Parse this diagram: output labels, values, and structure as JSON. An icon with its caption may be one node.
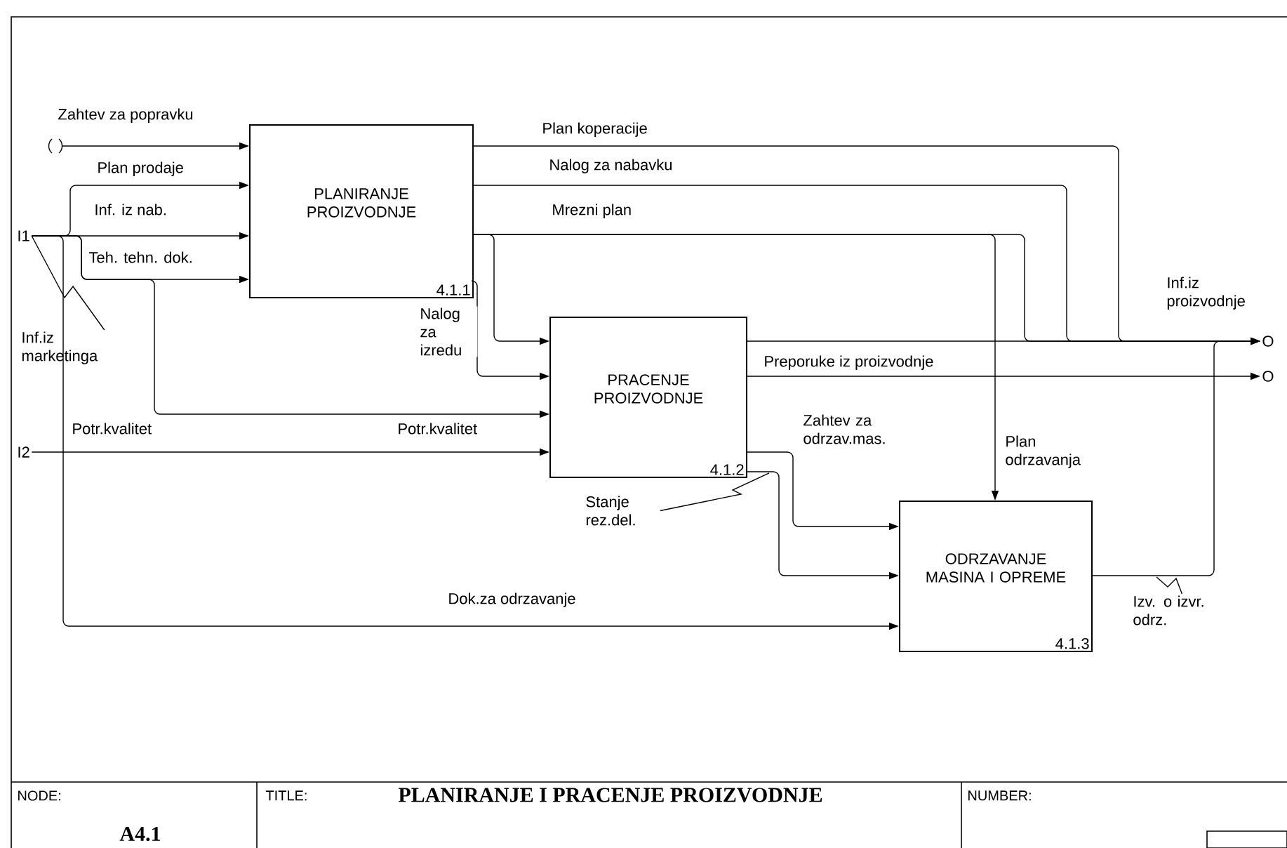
{
  "diagram": {
    "title": "PLANIRANJE I PRACENJE PROIZVODNJE",
    "nodes": [
      {
        "text": [
          "PLANIRANJE PROIZVODNJE",
          "4.1.1"
        ]
      },
      {
        "text": [
          "PRACENJE PROIZVODNJE",
          "4.1.2"
        ]
      },
      {
        "text": [
          "ODRZAVANJE MASINA I OPREME",
          "4.1.3"
        ]
      },
      {
        "text": [
          "I1"
        ]
      },
      {
        "text": [
          "I2"
        ]
      },
      {
        "text": [
          "O"
        ]
      },
      {
        "text": [
          "O"
        ]
      },
      {
        "text": [
          "Inf.iz marketinga"
        ]
      },
      {
        "text": [
          "Stanje rez.del."
        ]
      },
      {
        "text": [
          "Izv. o izvr. odrz."
        ]
      }
    ],
    "edges": [
      {
        "from": null,
        "to": 0,
        "arrow": "to",
        "label": "Zahtev za popravku"
      },
      {
        "from": 3,
        "to": 0,
        "arrow": "to",
        "label": "Plan prodaje"
      },
      {
        "from": 3,
        "to": 0,
        "arrow": "to",
        "label": "Inf. iz nab."
      },
      {
        "from": 3,
        "to": 0,
        "arrow": "to",
        "label": "Teh. tehn. dok."
      },
      {
        "from": 3,
        "to": 1,
        "arrow": "to",
        "label": "Potr.kvalitet"
      },
      {
        "from": 3,
        "to": 2,
        "arrow": "to",
        "label": "Dok.za odrzavanje"
      },
      {
        "from": 4,
        "to": 1,
        "arrow": "to",
        "label": "Potr.kvalitet"
      },
      {
        "from": 0,
        "to": 5,
        "arrow": "to",
        "label": "Plan koperacije"
      },
      {
        "from": 0,
        "to": 5,
        "arrow": "to",
        "label": "Nalog za nabavku"
      },
      {
        "from": 0,
        "to": 5,
        "arrow": "to",
        "label": "Mrezni plan"
      },
      {
        "from": 0,
        "to": 1,
        "arrow": "to"
      },
      {
        "from": 0,
        "to": 2,
        "arrow": "to",
        "label": "Plan odrzavanja"
      },
      {
        "from": 0,
        "to": 1,
        "arrow": "to",
        "label": "Nalog za izredu"
      },
      {
        "from": 1,
        "to": 5,
        "arrow": "to",
        "label": "Inf.iz proizvodnje"
      },
      {
        "from": 1,
        "to": 6,
        "arrow": "to",
        "label": "Preporuke iz proizvodnje"
      },
      {
        "from": 1,
        "to": 2,
        "arrow": "to",
        "label": "Zahtev za odrzav.mas."
      },
      {
        "from": 1,
        "to": 2,
        "arrow": "to"
      },
      {
        "from": 2,
        "to": 5,
        "arrow": "to"
      },
      {
        "from": 7,
        "to": 3,
        "arrow": "none"
      },
      {
        "from": 8,
        "to": null,
        "arrow": "none"
      },
      {
        "from": 9,
        "to": null,
        "arrow": "none"
      }
    ],
    "labels": [
      "NODE:",
      "A4.1",
      "TITLE:",
      "NUMBER:"
    ]
  }
}
